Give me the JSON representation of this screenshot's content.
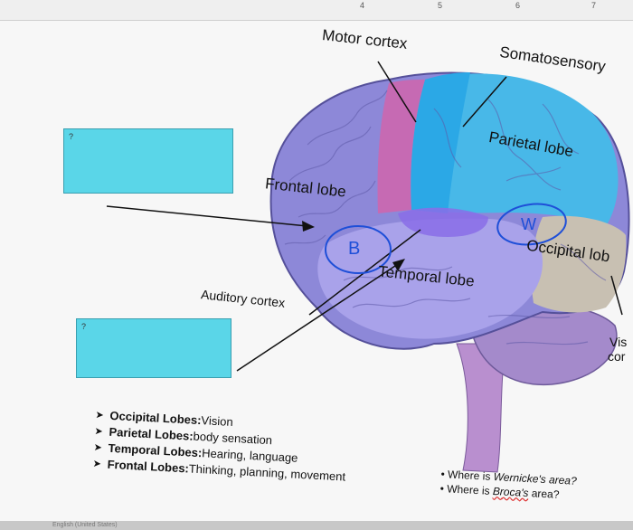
{
  "ruler": {
    "numbers": [
      "4",
      "5",
      "6",
      "7"
    ]
  },
  "labels": {
    "motor_cortex": "Motor cortex",
    "somatosensory": "Somatosensory",
    "parietal_lobe": "Parietal lobe",
    "frontal_lobe": "Frontal lobe",
    "occipital_lobe": "Occipital lob",
    "temporal_lobe": "Temporal lobe",
    "auditory_cortex": "Auditory cortex",
    "visual_cortex_1": "Vis",
    "visual_cortex_2": "cor"
  },
  "markers": {
    "broca": "B",
    "wernicke": "W"
  },
  "boxes": {
    "top_question": "?",
    "bottom_question": "?"
  },
  "lobe_functions": [
    {
      "term": "Occipital Lobes:",
      "desc": " Vision"
    },
    {
      "term": "Parietal Lobes:",
      "desc": " body sensation"
    },
    {
      "term": "Temporal Lobes:",
      "desc": " Hearing, language"
    },
    {
      "term": "Frontal Lobes:",
      "desc": " Thinking, planning, movement"
    }
  ],
  "questions": {
    "q1_prefix": "Where is ",
    "q1_term": "Wernicke's area?",
    "q2_prefix": "Where is ",
    "q2_term": "Broca's",
    "q2_suffix": " area?"
  },
  "taskbar": {
    "language": "English (United States)"
  },
  "colors": {
    "box_fill": "#5ad6e8",
    "frontal": "#8d88d8",
    "motor": "#c66ab3",
    "somatosensory": "#2ba8e6",
    "parietal": "#48b8e8",
    "temporal": "#a9a2ea",
    "occipital": "#c8c0b2",
    "cerebellum": "#a48acb",
    "marker_circle": "#1e4fd8"
  }
}
